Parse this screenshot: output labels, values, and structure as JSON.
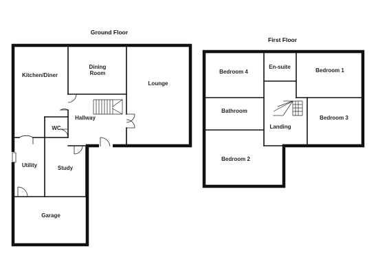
{
  "ground_floor": {
    "title": "Ground Floor",
    "rooms": {
      "kitchen_diner": "Kitchen/Diner",
      "dining_room_line1": "Dining",
      "dining_room_line2": "Room",
      "lounge": "Lounge",
      "hallway": "Hallway",
      "wc": "WC",
      "utility": "Utility",
      "study": "Study",
      "garage": "Garage"
    }
  },
  "first_floor": {
    "title": "First Floor",
    "rooms": {
      "bedroom_4": "Bedroom 4",
      "en_suite": "En-suite",
      "bedroom_1": "Bedroom 1",
      "bathroom": "Bathroom",
      "landing": "Landing",
      "bedroom_3": "Bedroom 3",
      "bedroom_2": "Bedroom 2"
    }
  }
}
